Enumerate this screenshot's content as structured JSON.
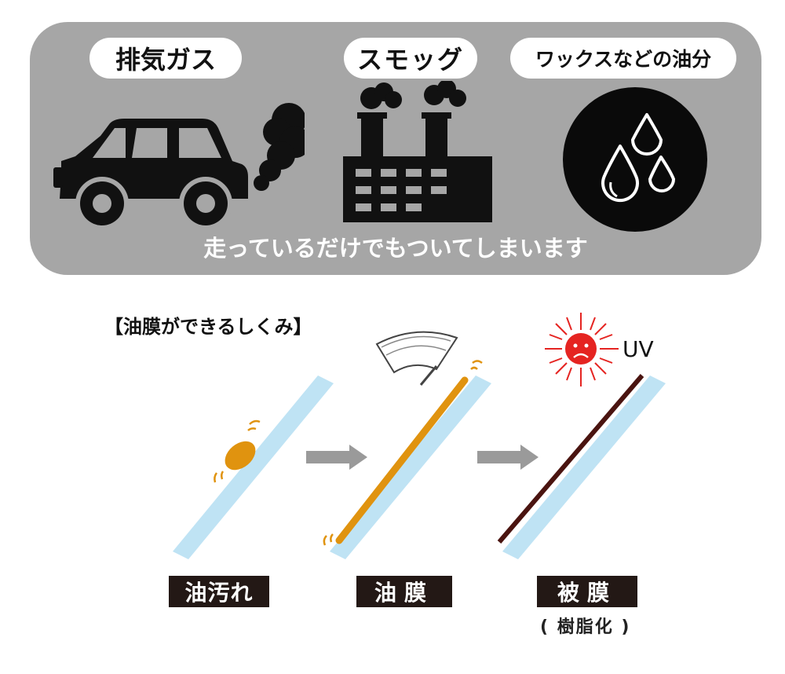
{
  "top_panel": {
    "sources": [
      {
        "label": "排気ガス",
        "icon": "car-exhaust-icon"
      },
      {
        "label": "スモッグ",
        "icon": "factory-smog-icon"
      },
      {
        "label": "ワックスなどの油分",
        "icon": "oil-drops-icon"
      }
    ],
    "tagline": "走っているだけでもついてしまいます",
    "background_color": "#a6a6a6"
  },
  "mechanism": {
    "title": "【油膜ができるしくみ】",
    "stages": [
      {
        "label": "油汚れ"
      },
      {
        "label": "油膜"
      },
      {
        "label": "被膜",
        "sublabel": "( 樹脂化 )"
      }
    ],
    "uv_label": "UV",
    "colors": {
      "glass": "#bfe3f4",
      "oil": "#e0930f",
      "film": "#4a1410",
      "sun": "#e52421",
      "arrow": "#9a9a9a"
    }
  }
}
